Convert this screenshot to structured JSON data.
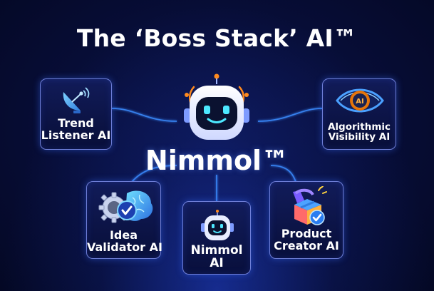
{
  "title": "The ‘Boss Stack’ AI™",
  "hub": {
    "label": "Nimmol™",
    "icon": "robot-icon"
  },
  "nodes": {
    "trend_listener": {
      "line1": "Trend",
      "line2": "Listener AI",
      "icon": "satellite-dish-icon"
    },
    "algorithmic_visibility": {
      "line1": "Algorithmic",
      "line2": "Visibility AI",
      "icon": "eye-icon",
      "badge": "AI"
    },
    "idea_validator": {
      "line1": "Idea",
      "line2": "Validator AI",
      "icon": "gear-brain-check-icon"
    },
    "nimmol_ai": {
      "line1": "Nimmol",
      "line2": "AI",
      "icon": "robot-icon"
    },
    "product_creator": {
      "line1": "Product",
      "line2": "Creator AI",
      "icon": "box-check-icon"
    }
  },
  "colors": {
    "background": "#070d36",
    "card_border": "#6f7fd8",
    "connector": "#3b8cff",
    "accent_orange": "#ff8a1e",
    "robot_face": "#0b1230"
  }
}
